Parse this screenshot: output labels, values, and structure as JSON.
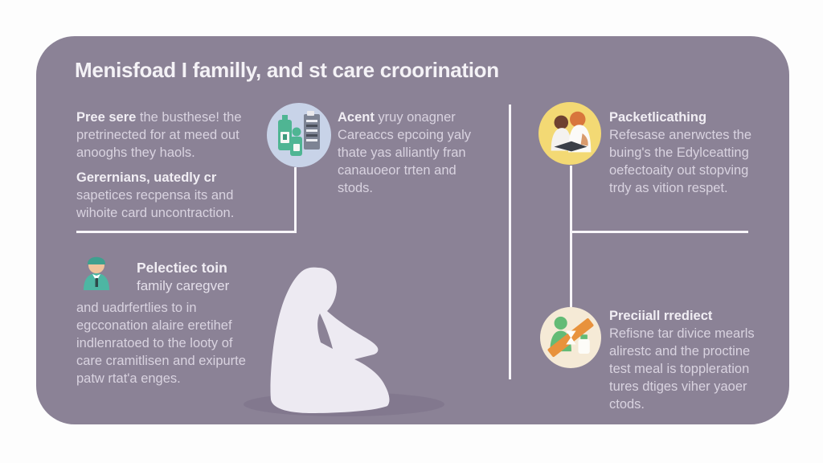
{
  "title": "Menisfoad I familly, and st care croorination",
  "colors": {
    "card_bg": "#8b8296",
    "connector_line": "#f7f5f9",
    "body_text": "#d9d3e0",
    "heading_text": "#f1eef4",
    "icon_medication_circle": "#c8d3e8",
    "icon_reading_circle": "#f3d974",
    "icon_restriction_circle": "#f5ead6",
    "green_accent": "#4fb593",
    "orange_accent": "#e8923c",
    "silhouette": "#edeaf2"
  },
  "blocks": {
    "top_left": {
      "p1_lead": "Pree sere",
      "p1_inline": " the busthese! the",
      "p1_lines": [
        "pretrinected for at meed out",
        "anooghs they haols."
      ],
      "p2_lead": "Gerernians, uatedly cr",
      "p2_lines": [
        "sapetices recpensa its and",
        "wihoite card uncontraction."
      ]
    },
    "top_middle": {
      "lead": "Acent",
      "inline": " yruy onagner",
      "lines": [
        "Careaccs epcoing yaly",
        "thate yas alliantly fran",
        "canauoeor trten and",
        "stods."
      ]
    },
    "top_right": {
      "heading": "Packetlicathing",
      "lines": [
        "Refesase anerwctes the",
        "buing's the Edylceatting",
        "oefectoaity out stopving",
        "trdy as vition respet."
      ]
    },
    "bottom_left": {
      "heading": "Pelectiec toin",
      "subheading": "family caregver",
      "lines": [
        "and uadrfertlies to in",
        "egcconation alaire eretihef",
        "indlenratoed to the looty of",
        "care cramitlisen and exipurte",
        "patw rtat'a enges."
      ]
    },
    "bottom_right": {
      "heading": "Preciiall rrediect",
      "lines": [
        "Refisne tar divice mearls",
        "alirestc and the proctine",
        "test meal is toppleration",
        "tures dtiges viher yaoer",
        "ctods."
      ]
    }
  },
  "icons": {
    "top_left": "medication-bottles-clipboard-icon",
    "top_right": "two-people-reading-icon",
    "bottom_left": "caregiver-avatar-icon",
    "bottom_right": "restricted-food-person-icon",
    "center": "sitting-person-silhouette"
  }
}
